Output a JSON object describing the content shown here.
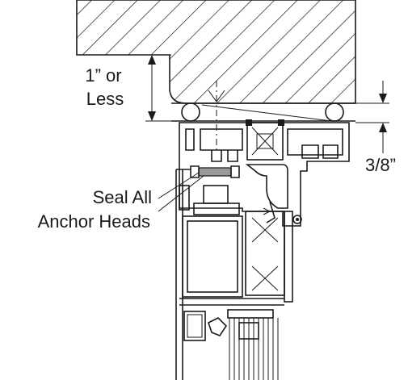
{
  "labels": {
    "gap_line1": "1” or",
    "gap_line2": "Less",
    "offset": "3/8”",
    "seal_line1": "Seal All",
    "seal_line2": "Anchor Heads"
  },
  "colors": {
    "ink": "#1a1a1a",
    "hatch": "#1a1a1a",
    "seal": "#9a9a9a",
    "background": "#ffffff"
  }
}
